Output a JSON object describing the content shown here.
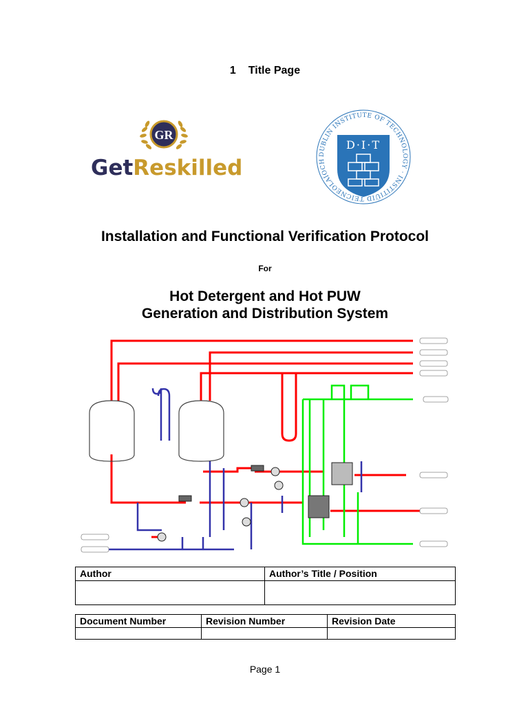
{
  "section": {
    "number": "1",
    "title": "Title Page"
  },
  "logos": {
    "getreskilled": {
      "wordmark_a": "Get",
      "wordmark_b": "Reskilled",
      "emblem": "GR"
    },
    "dit": {
      "initials": "D·I·T",
      "ring_text": "DUBLIN INSTITUTE OF TECHNOLOGY · INSTITIÚID TEICNEOLAÍOCHTA ÁTHA CLIATH ·"
    }
  },
  "title": "Installation and Functional Verification Protocol",
  "for_label": "For",
  "system_title": {
    "line1": "Hot Detergent and Hot PUW",
    "line2": "Generation and Distribution System"
  },
  "author_table": {
    "headers": [
      "Author",
      "Author’s Title / Position"
    ],
    "values": [
      "",
      ""
    ]
  },
  "doc_table": {
    "headers": [
      "Document Number",
      "Revision Number",
      "Revision Date"
    ],
    "values": [
      "",
      "",
      ""
    ]
  },
  "footer": {
    "page_label": "Page 1"
  },
  "colors": {
    "hot_line": "#ff0000",
    "return_line": "#3333aa",
    "cooling_line": "#00ee00",
    "getreskilled_gold": "#c89a2c",
    "dit_blue": "#2a74b8"
  }
}
